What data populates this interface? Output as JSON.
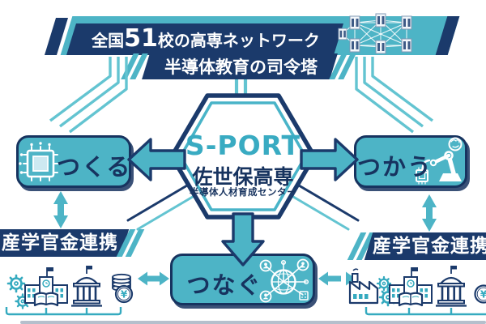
{
  "colors": {
    "navy": "#1b3a6b",
    "teal": "#4db4c6",
    "teal_light": "#63c4d1",
    "teal_icon": "#35aabf",
    "white": "#ffffff"
  },
  "top_banner": {
    "text_prefix": "全国",
    "text_number": "51",
    "text_suffix": "校の高専ネットワーク",
    "network_icon": "kosen-network-icon"
  },
  "sub_banner": {
    "text": "半導体教育の司令塔"
  },
  "hexagon": {
    "title": "S-PORT",
    "name": "佐世保高専",
    "caption": "半導体人材育成センター"
  },
  "boxes": {
    "make": {
      "label": "つくる",
      "icon": "chip-icon"
    },
    "use": {
      "label": "つかう",
      "icon": "robot-arm-icon"
    },
    "connect": {
      "label": "つなぐ",
      "icon": "globe-network-icon"
    }
  },
  "partnerships": {
    "left": {
      "label": "産学官金連携",
      "icons": [
        "gears-icon",
        "school-icon",
        "government-icon",
        "yen-coins-icon"
      ]
    },
    "right": {
      "label": "産学官金連携",
      "icons": [
        "factory-icon",
        "school-icon",
        "government-icon",
        "yen-coin-icon"
      ]
    }
  },
  "currency_symbol": "¥"
}
